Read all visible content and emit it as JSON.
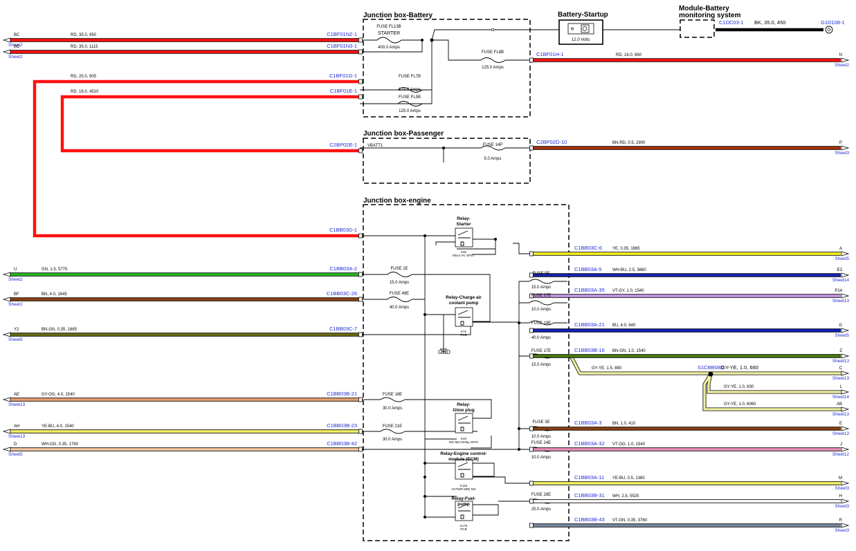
{
  "boxes": {
    "battery": "Junction box-Battery",
    "startup": "Battery-Startup",
    "module_l1": "Module-Battery",
    "module_l2": "monitoring system",
    "passenger": "Junction box-Passenger",
    "engine": "Junction box-engine"
  },
  "startup_volts": "12.0 Volts",
  "module_conn": "C1DC03-1",
  "module_wire": "BK, 35.0, 450",
  "module_ground": "G1D108-1",
  "left_wires": [
    {
      "label": "BC",
      "sheet": "Sheet2",
      "wire": "RD, 35.0, 950",
      "conn": "C1BF01N2-1",
      "color": "#ff1010"
    },
    {
      "label": "BD",
      "sheet": "Sheet2",
      "wire": "RD, 35.0, 1115",
      "conn": "C1BF01N3-1",
      "color": "#ff1010"
    },
    {
      "label": "",
      "sheet": "",
      "wire": "RD, 25.0, 905",
      "conn": "C1BF01G-1",
      "color": "#ff1010"
    },
    {
      "label": "",
      "sheet": "",
      "wire": "RD, 16.0, 4510",
      "conn": "C1BF01E-1",
      "color": "#ff1010"
    },
    {
      "label": "",
      "sheet": "",
      "wire": "",
      "conn": "C2BP02E-1",
      "color": "#ff1010"
    },
    {
      "label": "",
      "sheet": "",
      "wire": "",
      "conn": "C1BB03D-1",
      "color": "#ff1010"
    },
    {
      "label": "U",
      "sheet": "Sheet2",
      "wire": "GN, 1.5, 5775",
      "conn": "C1BB03A-2",
      "color": "#26b820"
    },
    {
      "label": "BF",
      "sheet": "Sheet2",
      "wire": "BN, 4.0, 1645",
      "conn": "C1BB03C-26",
      "color": "#8b4010"
    },
    {
      "label": "Y2",
      "sheet": "Sheet5",
      "wire": "BN-GN, 0.35, 1865",
      "conn": "C1BB03C-7",
      "color": "#6b6a10"
    },
    {
      "label": "AE",
      "sheet": "Sheet13",
      "wire": "GY-OG, 4.0, 1540",
      "conn": "C1BB03B-21",
      "color": "#e8a070"
    },
    {
      "label": "AH",
      "sheet": "Sheet13",
      "wire": "YE-BU, 4.0, 1540",
      "conn": "C1BB03B-23",
      "color": "#f2f060"
    },
    {
      "label": "D",
      "sheet": "Sheet5",
      "wire": "WH-OG, 0.35, 1760",
      "conn": "C1BB03B-42",
      "color": "#f3c8a0"
    }
  ],
  "right_wires": [
    {
      "label": "N",
      "sheet": "Sheet2",
      "wire": "RD, 16.0, 660",
      "conn": "C1BF01H-1",
      "color": "#ff1010"
    },
    {
      "label": "P",
      "sheet": "Sheet3",
      "wire": "BN-RD, 0.5, 2900",
      "conn": "C2BP02D-10",
      "color": "#a83008"
    },
    {
      "label": "A",
      "sheet": "Sheet5",
      "wire": "YE, 0.35, 1865",
      "conn": "C1BB03C-6",
      "color": "#f6f020"
    },
    {
      "label": "E3",
      "sheet": "Sheet14",
      "wire": "WH-BU, 2.5, 3860",
      "conn": "C1BB03A-5",
      "color": "#1a22b0"
    },
    {
      "label": "P14",
      "sheet": "Sheet13",
      "wire": "VT-GY, 1.0, 1540",
      "conn": "C1BB03A-35",
      "color": "#c898e8"
    },
    {
      "label": "G",
      "sheet": "Sheet5",
      "wire": "BU, 4.0, 840",
      "conn": "C1BB03A-21",
      "color": "#1020b8"
    },
    {
      "label": "Z",
      "sheet": "Sheet13",
      "wire": "BN-GN, 1.0, 1540",
      "conn": "C1BB03B-16",
      "color": "#4a7a10"
    },
    {
      "label": "C",
      "sheet": "Sheet13",
      "wire": "GY-YE, 1.5, 880",
      "conn": "",
      "color": "#f0f0a0"
    },
    {
      "label": "L",
      "sheet": "Sheet14",
      "wire": "GY-YE, 1.0, 830",
      "conn": "",
      "color": "#f0f0a0"
    },
    {
      "label": "AB",
      "sheet": "Sheet13",
      "wire": "GY-YE, 1.0, 6060",
      "conn": "",
      "color": "#f0f0a0"
    },
    {
      "label": "E",
      "sheet": "Sheet13",
      "wire": "BN, 1.0, 410",
      "conn": "C1BB03A-3",
      "color": "#8b4010"
    },
    {
      "label": "J",
      "sheet": "Sheet12",
      "wire": "VT-OG, 1.0, 1540",
      "conn": "C1BB03A-32",
      "color": "#e890b8"
    },
    {
      "label": "M",
      "sheet": "Sheet3",
      "wire": "YE-BU, 0.5, 1380",
      "conn": "C1BB03A-11",
      "color": "#f2f060"
    },
    {
      "label": "H",
      "sheet": "Sheet3",
      "wire": "WH, 2.5, 5525",
      "conn": "C1BB03B-31",
      "color": "#ffffff"
    },
    {
      "label": "R",
      "sheet": "Sheet3",
      "wire": "VT-GN, 0.35, 3760",
      "conn": "C1BB03B-43",
      "color": "#7a8aa0"
    }
  ],
  "splice": {
    "name": "S1CBB08D",
    "wire": "GY-YE, 1.0, 660"
  },
  "fuses": {
    "fl13b": {
      "name": "FUSE FL13B",
      "sub": "STARTER",
      "amps": "400.0 Amps"
    },
    "fl8b": {
      "name": "FUSE FL8B",
      "amps": "125.0 Amps"
    },
    "fl7b": {
      "name": "FUSE FL7B",
      "amps": "175.0 Amps"
    },
    "fl5b": {
      "name": "FUSE FL5B",
      "amps": "125.0 Amps"
    },
    "f14p": {
      "name": "FUSE 14P",
      "amps": "5.0 Amps"
    },
    "f2e": {
      "name": "FUSE 2E",
      "amps": "15.0 Amps"
    },
    "f48e": {
      "name": "FUSE 48E",
      "amps": "40.0 Amps"
    },
    "f5e": {
      "name": "FUSE 5E",
      "amps": "15.0 Amps"
    },
    "f27e": {
      "name": "FUSE 27E",
      "amps": "10.0 Amps"
    },
    "f19e": {
      "name": "FUSE 19E",
      "amps": "40.0 Amps"
    },
    "f17e": {
      "name": "FUSE 17E",
      "amps": "15.0 Amps"
    },
    "f18e": {
      "name": "FUSE 18E",
      "amps": "30.0 Amps"
    },
    "f21e": {
      "name": "FUSE 21E",
      "amps": "30.0 Amps"
    },
    "f3e": {
      "name": "FUSE 3E",
      "amps": "10.0 Amps"
    },
    "f24e": {
      "name": "FUSE 24E",
      "amps": "10.0 Amps"
    },
    "f28e": {
      "name": "FUSE 28E",
      "amps": "25.0 Amps"
    }
  },
  "vbatt": "VBATT1",
  "gnd": "GND",
  "relays": {
    "starter": {
      "l1": "Relay-",
      "l2": "Starter",
      "code": "K45",
      "type": "Micro HC SPST"
    },
    "charge": {
      "l1": "Relay-Charge air",
      "l2": "coolant pump",
      "code": "K72",
      "type": "PCB"
    },
    "glow": {
      "l1": "Relay-",
      "l2": "Glow plug",
      "code": "K40",
      "type": "ISO Mini Relay SPST"
    },
    "ecm": {
      "l1": "Relay-Engine control-",
      "l2": "module (ECM)",
      "code": "K116",
      "type": "HI PWR MINI NO"
    },
    "fuel": {
      "l1": "Relay-Fuel-",
      "l2": "pump",
      "code": "K175",
      "type": "PCB"
    }
  }
}
